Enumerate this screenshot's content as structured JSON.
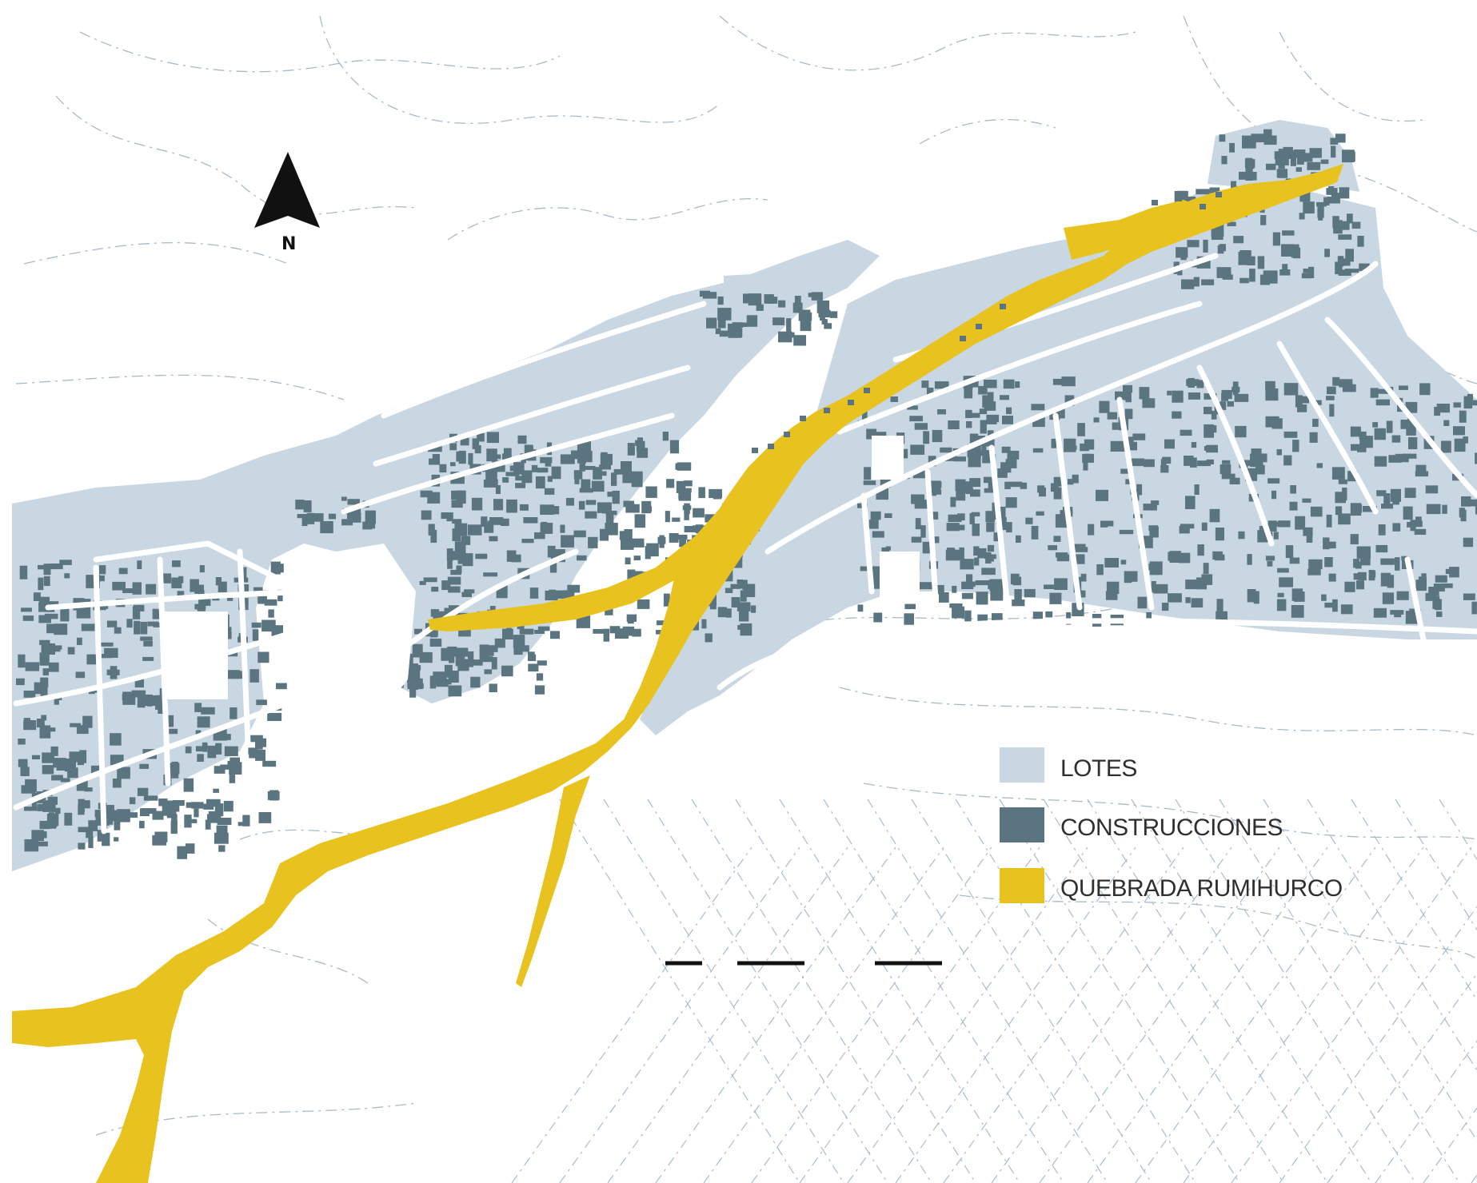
{
  "map": {
    "north_label": "N",
    "colors": {
      "background": "#ffffff",
      "lotes": "#c9d7e3",
      "construcciones": "#5a7480",
      "quebrada": "#e8c21f",
      "streets": "#9fb3c4",
      "north_arrow": "#111111",
      "scale_bar": "#111111"
    },
    "legend": [
      {
        "label": "LOTES",
        "swatch": "lotes"
      },
      {
        "label": "CONSTRUCCIONES",
        "swatch": "construcciones"
      },
      {
        "label": "QUEBRADA RUMIHURCO",
        "swatch": "quebrada"
      }
    ],
    "icons": {
      "north": "north-arrow-icon",
      "scale": "scale-bar-icon"
    }
  }
}
